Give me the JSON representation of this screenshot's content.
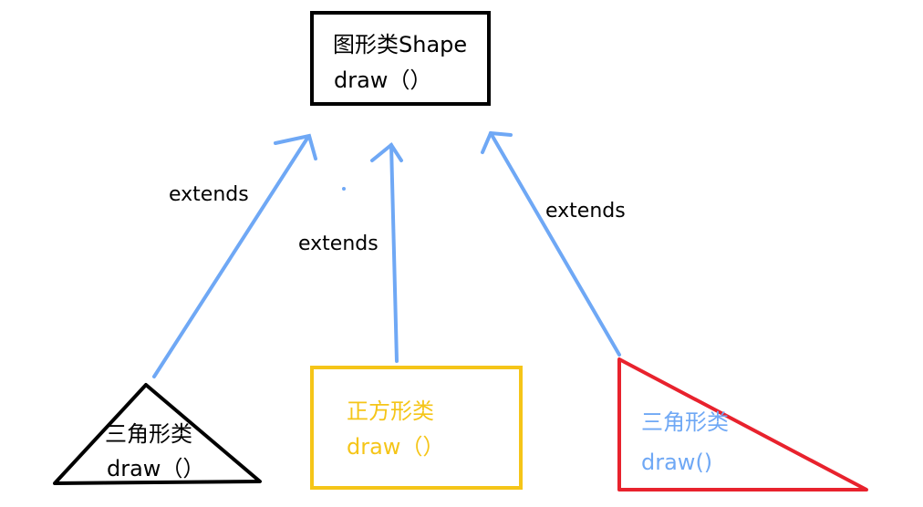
{
  "parent": {
    "name": "图形类Shape",
    "method": "draw（）"
  },
  "children": [
    {
      "name": "三角形类",
      "method": "draw（）",
      "color": "#000000"
    },
    {
      "name": "正方形类",
      "method": "draw（）",
      "color": "#f5c518"
    },
    {
      "name": "三角形类",
      "method": "draw()",
      "color": "#e8222d"
    }
  ],
  "relations": [
    {
      "label": "extends",
      "from": "三角形类",
      "to": "图形类Shape"
    },
    {
      "label": "extends",
      "from": "正方形类",
      "to": "图形类Shape"
    },
    {
      "label": "extends",
      "from": "三角形类",
      "to": "图形类Shape"
    }
  ],
  "colors": {
    "arrow": "#6fa8f5",
    "right_child_text": "#6fa8f5",
    "square_text": "#f5c518",
    "text": "#000000"
  }
}
